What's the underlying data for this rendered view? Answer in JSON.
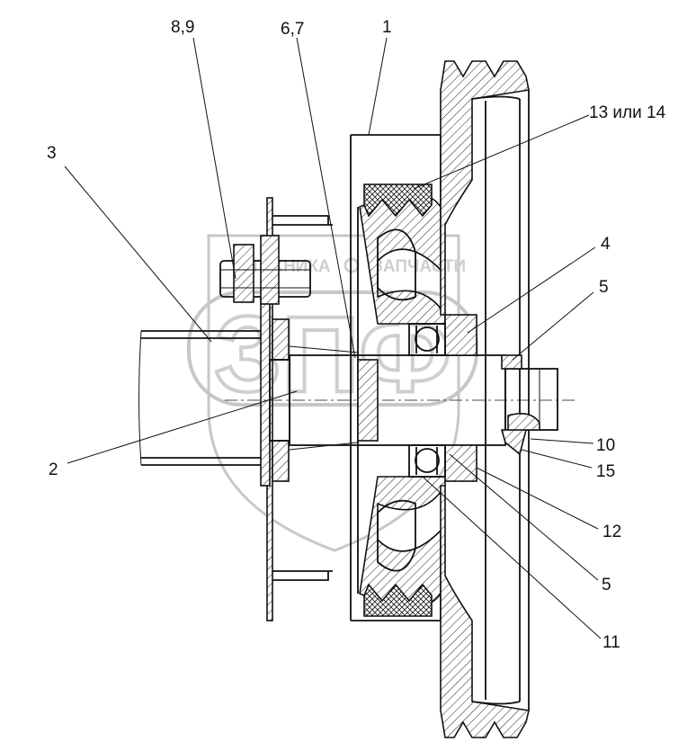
{
  "labels": {
    "l89": "8,9",
    "l67": "6,7",
    "l1": "1",
    "l13": "13 или 14",
    "l3": "3",
    "l4": "4",
    "l5a": "5",
    "l2": "2",
    "l10": "10",
    "l15": "15",
    "l12": "12",
    "l5b": "5",
    "l11": "11"
  },
  "watermark": {
    "line1": "ТЕХНИКА",
    "line2": "ЗАПЧАСТИ",
    "big": "ЗПФ"
  }
}
